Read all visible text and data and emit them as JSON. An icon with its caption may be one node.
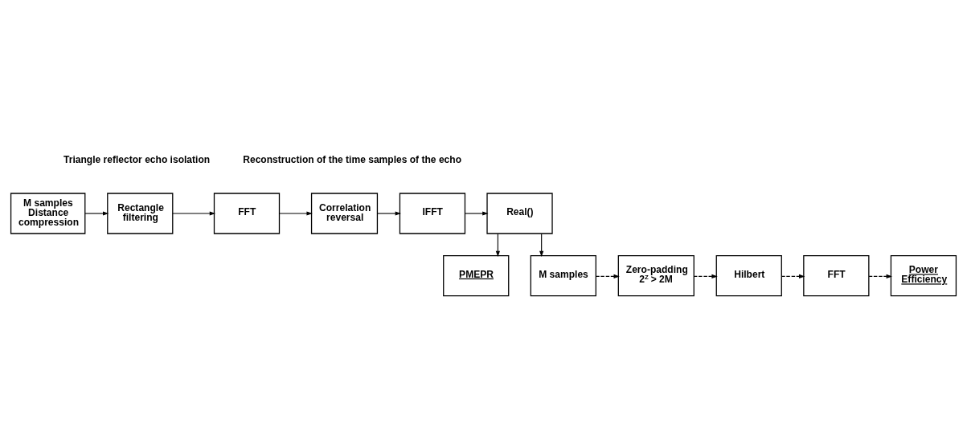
{
  "diagram": {
    "nodes": [
      {
        "text": [
          "M samples Distance compression"
        ]
      },
      {
        "text": [
          "Rectangle filtering"
        ]
      },
      {
        "text": [
          "FFT"
        ]
      },
      {
        "text": [
          "Correlation reversal"
        ]
      },
      {
        "text": [
          "IFFT"
        ]
      },
      {
        "text": [
          "Real()"
        ]
      },
      {
        "text": [
          "PMEPR"
        ]
      },
      {
        "text": [
          "M samples"
        ]
      },
      {
        "text": [
          "Zero-padding 2$^{Z}$ > 2M"
        ]
      },
      {
        "text": [
          "Hilbert"
        ]
      },
      {
        "text": [
          "FFT"
        ]
      },
      {
        "text": [
          "Power Efficiency"
        ]
      }
    ],
    "edges": [
      {
        "from": 0,
        "to": 1,
        "arrow": "to"
      },
      {
        "from": 1,
        "to": 2,
        "arrow": "to"
      },
      {
        "from": 2,
        "to": 3,
        "arrow": "to"
      },
      {
        "from": 3,
        "to": 4,
        "arrow": "to"
      },
      {
        "from": 4,
        "to": 5,
        "arrow": "to"
      },
      {
        "from": 5,
        "to": 6,
        "arrow": "to"
      },
      {
        "from": 5,
        "to": 7,
        "arrow": "to"
      },
      {
        "from": 7,
        "to": 8,
        "arrow": "to",
        "style": "dashed"
      },
      {
        "from": 8,
        "to": 9,
        "arrow": "to",
        "style": "dashed"
      },
      {
        "from": 9,
        "to": 10,
        "arrow": "to",
        "style": "dashed"
      },
      {
        "from": 10,
        "to": 11,
        "arrow": "to",
        "style": "dashed"
      }
    ],
    "labels": [
      "Triangle reflector echo isolation",
      "Reconstruction of the time samples of the echo"
    ]
  }
}
